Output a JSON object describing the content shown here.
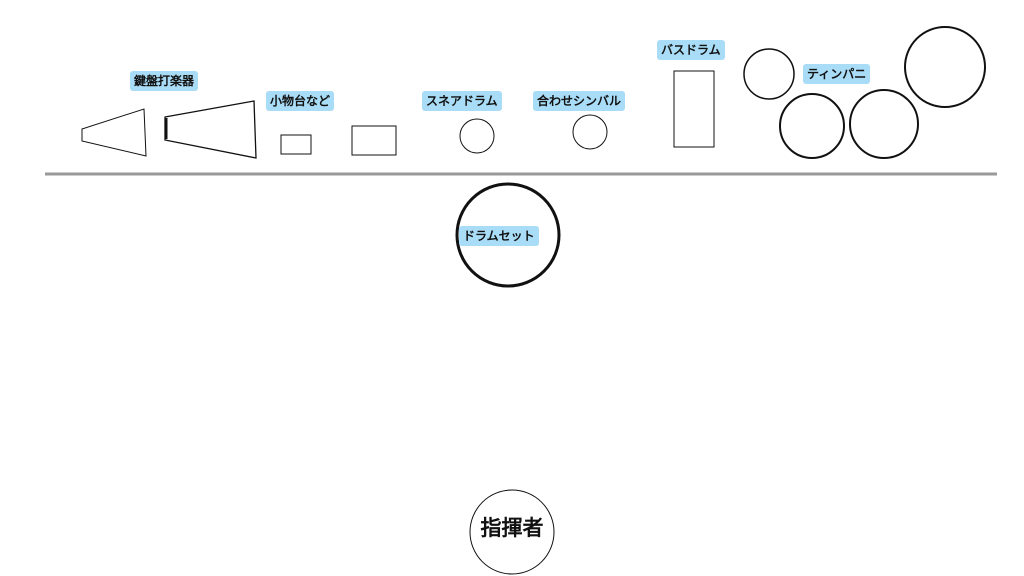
{
  "instruments": {
    "keyboard_percussion": "鍵盤打楽器",
    "small_items": "小物台など",
    "snare_drum": "スネアドラム",
    "crash_cymbals": "合わせシンバル",
    "bass_drum": "バスドラム",
    "timpani": "ティンパニ",
    "drum_set": "ドラムセット"
  },
  "conductor": {
    "label": "指揮者"
  },
  "colors": {
    "label_background": "#a9dcf6",
    "outline": "#111111",
    "divider": "#9a9a9a"
  }
}
